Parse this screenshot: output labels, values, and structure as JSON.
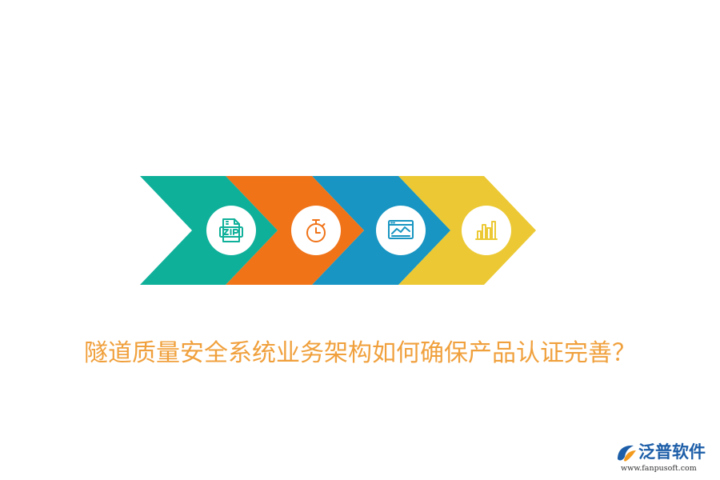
{
  "colors": {
    "teal": "#0fb09a",
    "orange": "#f07318",
    "blue": "#1895c2",
    "yellow": "#ecc934",
    "headline": "#f0a03c",
    "brand_blue": "#1d5ea8",
    "brand_orange": "#f39a1c"
  },
  "steps": [
    {
      "icon": "zip-file-icon",
      "color": "#0fb09a"
    },
    {
      "icon": "stopwatch-icon",
      "color": "#f07318"
    },
    {
      "icon": "line-chart-window-icon",
      "color": "#1895c2"
    },
    {
      "icon": "bar-chart-icon",
      "color": "#ecc934"
    }
  ],
  "headline": "隧道质量安全系统业务架构如何确保产品认证完善？",
  "brand": {
    "name": "泛普软件",
    "url": "www.fanpusoft.com"
  }
}
